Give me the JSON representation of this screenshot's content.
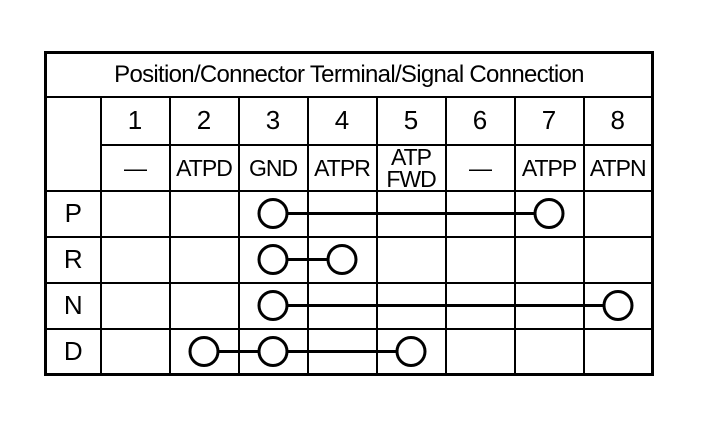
{
  "title": "Position/Connector Terminal/Signal Connection",
  "table": {
    "terminal_numbers": [
      "1",
      "2",
      "3",
      "4",
      "5",
      "6",
      "7",
      "8"
    ],
    "signals": [
      "—",
      "ATPD",
      "GND",
      "ATPR",
      "ATP\nFWD",
      "—",
      "ATPP",
      "ATPN"
    ],
    "positions": [
      "P",
      "R",
      "N",
      "D"
    ],
    "connections": [
      {
        "position": "P",
        "terminals": [
          3,
          7
        ]
      },
      {
        "position": "R",
        "terminals": [
          3,
          4
        ]
      },
      {
        "position": "N",
        "terminals": [
          3,
          8
        ]
      },
      {
        "position": "D",
        "terminals": [
          2,
          3,
          5
        ]
      }
    ]
  },
  "colors": {
    "line": "#000000",
    "background": "#ffffff",
    "circle_fill": "#ffffff"
  },
  "geometry_labels": {
    "circle_meaning": "continuity terminal",
    "line_meaning": "continuity between terminals"
  }
}
